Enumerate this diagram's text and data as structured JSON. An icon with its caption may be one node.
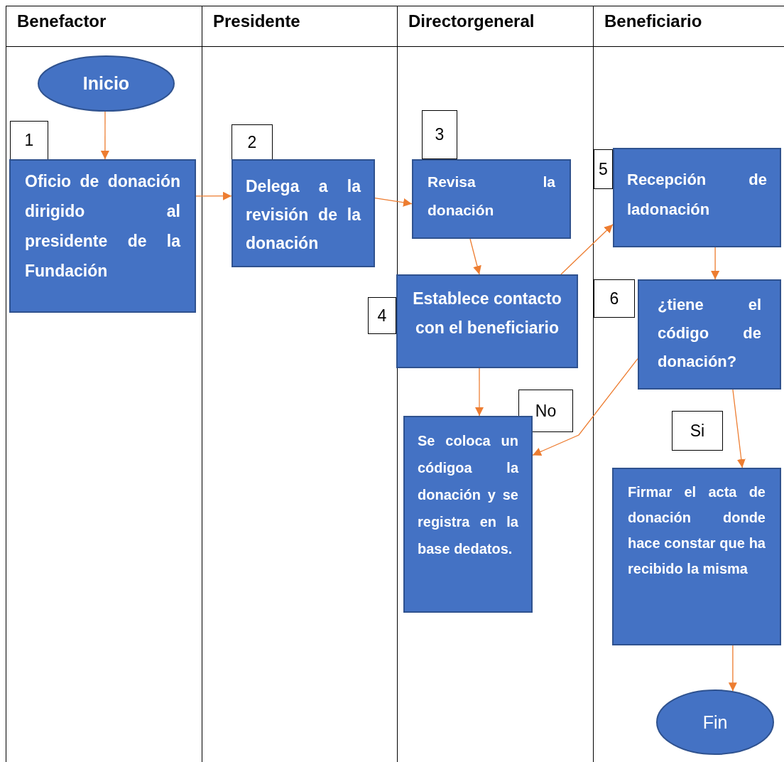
{
  "diagram": {
    "nodes": [
      {
        "text": [
          "Inicio"
        ]
      },
      {
        "text": [
          "1"
        ]
      },
      {
        "text": [
          "Oficio de donación dirigido al presidente de la Fundación"
        ]
      },
      {
        "text": [
          "2"
        ]
      },
      {
        "text": [
          "Delega a la revisión de la donación"
        ]
      },
      {
        "text": [
          "3"
        ]
      },
      {
        "text": [
          "Revisa la donación"
        ]
      },
      {
        "text": [
          "4"
        ]
      },
      {
        "text": [
          "Establece contacto con el beneficiario"
        ]
      },
      {
        "text": [
          "5"
        ]
      },
      {
        "text": [
          "Recepción de ladonación"
        ]
      },
      {
        "text": [
          "6"
        ]
      },
      {
        "text": [
          "¿tiene el código de donación?"
        ]
      },
      {
        "text": [
          "No"
        ]
      },
      {
        "text": [
          "Se coloca un códigoa la donación y se registra en la base dedatos."
        ]
      },
      {
        "text": [
          "Si"
        ]
      },
      {
        "text": [
          "Firmar el acta de donación donde hace constar que ha recibido la misma"
        ]
      },
      {
        "text": [
          "Fin"
        ]
      }
    ],
    "edges": [
      {
        "from": 0,
        "to": 2,
        "arrow": "to"
      },
      {
        "from": 2,
        "to": 4,
        "arrow": "to"
      },
      {
        "from": 4,
        "to": 6,
        "arrow": "to"
      },
      {
        "from": 6,
        "to": 8,
        "arrow": "to"
      },
      {
        "from": 8,
        "to": 10,
        "arrow": "to"
      },
      {
        "from": 10,
        "to": 12,
        "arrow": "to"
      },
      {
        "from": 8,
        "to": 14,
        "arrow": "to"
      },
      {
        "from": 12,
        "to": 14,
        "arrow": "to"
      },
      {
        "from": 12,
        "to": 16,
        "arrow": "to"
      },
      {
        "from": 16,
        "to": 17,
        "arrow": "to"
      }
    ],
    "labels": [
      "Benefactor",
      "Presidente",
      "Directorgeneral",
      "Beneficiario"
    ]
  }
}
